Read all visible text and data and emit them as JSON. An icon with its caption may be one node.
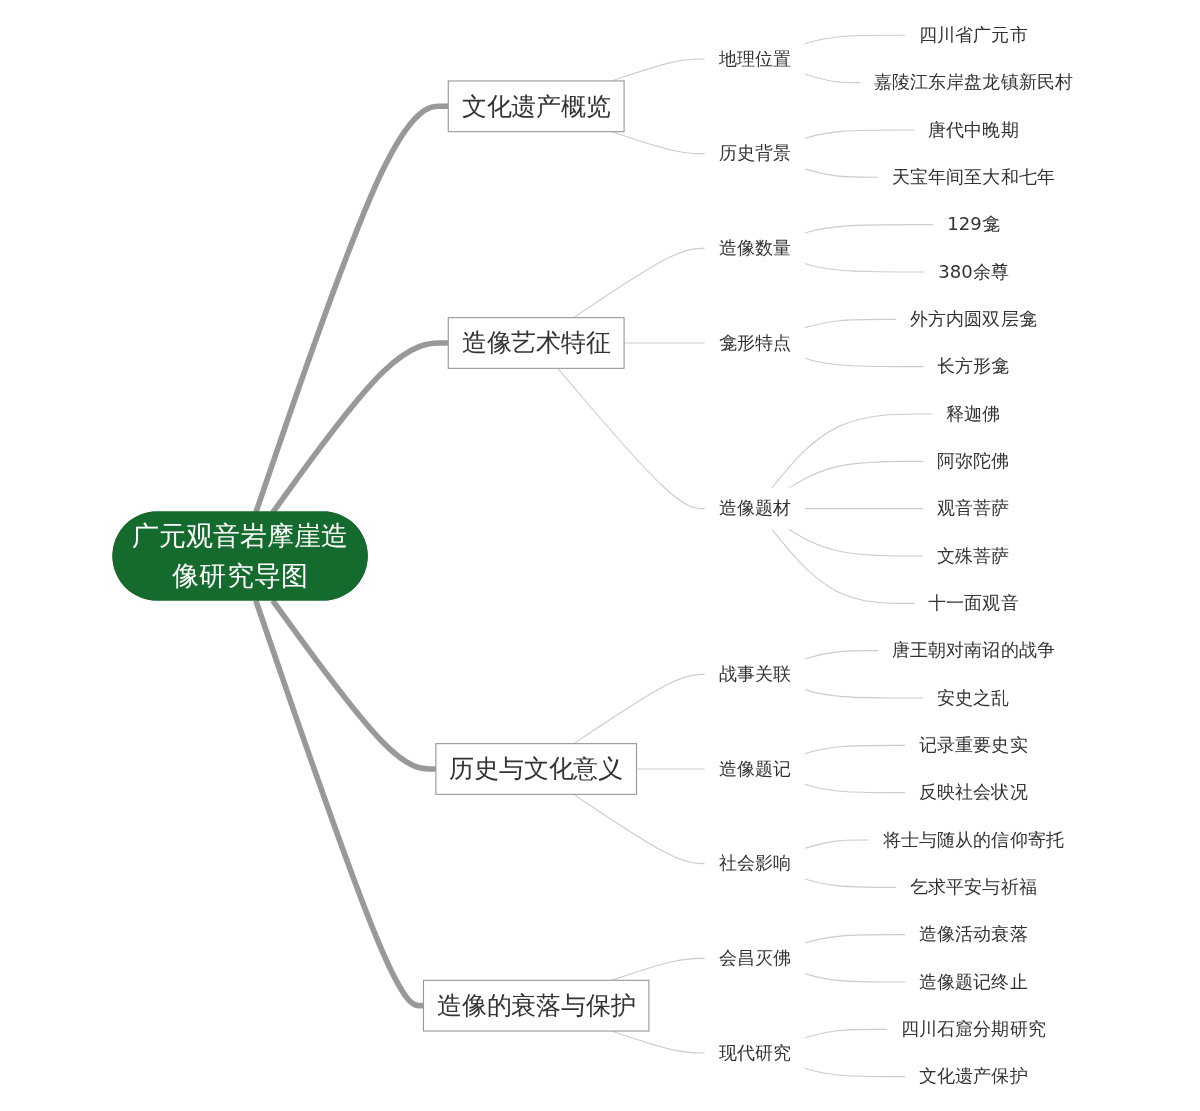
{
  "diagram": {
    "nodes": [
      {
        "text": [
          "广元观音岩摩崖造像研究导图"
        ]
      },
      {
        "text": [
          "文化遗产概览"
        ]
      },
      {
        "text": [
          "地理位置"
        ]
      },
      {
        "text": [
          "四川省广元市"
        ]
      },
      {
        "text": [
          "嘉陵江东岸盘龙镇新民村"
        ]
      },
      {
        "text": [
          "历史背景"
        ]
      },
      {
        "text": [
          "唐代中晚期"
        ]
      },
      {
        "text": [
          "天宝年间至大和七年"
        ]
      },
      {
        "text": [
          "造像艺术特征"
        ]
      },
      {
        "text": [
          "造像数量"
        ]
      },
      {
        "text": [
          "129龛"
        ]
      },
      {
        "text": [
          "380余尊"
        ]
      },
      {
        "text": [
          "龛形特点"
        ]
      },
      {
        "text": [
          "外方内圆双层龛"
        ]
      },
      {
        "text": [
          "长方形龛"
        ]
      },
      {
        "text": [
          "造像题材"
        ]
      },
      {
        "text": [
          "释迦佛"
        ]
      },
      {
        "text": [
          "阿弥陀佛"
        ]
      },
      {
        "text": [
          "观音菩萨"
        ]
      },
      {
        "text": [
          "文殊菩萨"
        ]
      },
      {
        "text": [
          "十一面观音"
        ]
      },
      {
        "text": [
          "历史与文化意义"
        ]
      },
      {
        "text": [
          "战事关联"
        ]
      },
      {
        "text": [
          "唐王朝对南诏的战争"
        ]
      },
      {
        "text": [
          "安史之乱"
        ]
      },
      {
        "text": [
          "造像题记"
        ]
      },
      {
        "text": [
          "记录重要史实"
        ]
      },
      {
        "text": [
          "反映社会状况"
        ]
      },
      {
        "text": [
          "社会影响"
        ]
      },
      {
        "text": [
          "将士与随从的信仰寄托"
        ]
      },
      {
        "text": [
          "乞求平安与祈福"
        ]
      },
      {
        "text": [
          "造像的衰落与保护"
        ]
      },
      {
        "text": [
          "会昌灭佛"
        ]
      },
      {
        "text": [
          "造像活动衰落"
        ]
      },
      {
        "text": [
          "造像题记终止"
        ]
      },
      {
        "text": [
          "现代研究"
        ]
      },
      {
        "text": [
          "四川石窟分期研究"
        ]
      },
      {
        "text": [
          "文化遗产保护"
        ]
      }
    ],
    "edges": [
      {
        "from": 0,
        "to": 1,
        "arrow": "none",
        "style": "thick",
        "color": "#999999"
      },
      {
        "from": 1,
        "to": 2,
        "arrow": "none"
      },
      {
        "from": 2,
        "to": 3,
        "arrow": "none"
      },
      {
        "from": 2,
        "to": 4,
        "arrow": "none"
      },
      {
        "from": 1,
        "to": 5,
        "arrow": "none"
      },
      {
        "from": 5,
        "to": 6,
        "arrow": "none"
      },
      {
        "from": 5,
        "to": 7,
        "arrow": "none"
      },
      {
        "from": 0,
        "to": 8,
        "arrow": "none",
        "style": "thick",
        "color": "#999999"
      },
      {
        "from": 8,
        "to": 9,
        "arrow": "none"
      },
      {
        "from": 9,
        "to": 10,
        "arrow": "none"
      },
      {
        "from": 9,
        "to": 11,
        "arrow": "none"
      },
      {
        "from": 8,
        "to": 12,
        "arrow": "none"
      },
      {
        "from": 12,
        "to": 13,
        "arrow": "none"
      },
      {
        "from": 12,
        "to": 14,
        "arrow": "none"
      },
      {
        "from": 8,
        "to": 15,
        "arrow": "none"
      },
      {
        "from": 15,
        "to": 16,
        "arrow": "none"
      },
      {
        "from": 15,
        "to": 17,
        "arrow": "none"
      },
      {
        "from": 15,
        "to": 18,
        "arrow": "none"
      },
      {
        "from": 15,
        "to": 19,
        "arrow": "none"
      },
      {
        "from": 15,
        "to": 20,
        "arrow": "none"
      },
      {
        "from": 0,
        "to": 21,
        "arrow": "none",
        "style": "thick",
        "color": "#999999"
      },
      {
        "from": 21,
        "to": 22,
        "arrow": "none"
      },
      {
        "from": 22,
        "to": 23,
        "arrow": "none"
      },
      {
        "from": 22,
        "to": 24,
        "arrow": "none"
      },
      {
        "from": 21,
        "to": 25,
        "arrow": "none"
      },
      {
        "from": 25,
        "to": 26,
        "arrow": "none"
      },
      {
        "from": 25,
        "to": 27,
        "arrow": "none"
      },
      {
        "from": 21,
        "to": 28,
        "arrow": "none"
      },
      {
        "from": 28,
        "to": 29,
        "arrow": "none"
      },
      {
        "from": 28,
        "to": 30,
        "arrow": "none"
      },
      {
        "from": 0,
        "to": 31,
        "arrow": "none",
        "style": "thick",
        "color": "#999999"
      },
      {
        "from": 31,
        "to": 32,
        "arrow": "none"
      },
      {
        "from": 32,
        "to": 33,
        "arrow": "none"
      },
      {
        "from": 32,
        "to": 34,
        "arrow": "none"
      },
      {
        "from": 31,
        "to": 35,
        "arrow": "none"
      },
      {
        "from": 35,
        "to": 36,
        "arrow": "none"
      },
      {
        "from": 35,
        "to": 37,
        "arrow": "none"
      }
    ]
  }
}
